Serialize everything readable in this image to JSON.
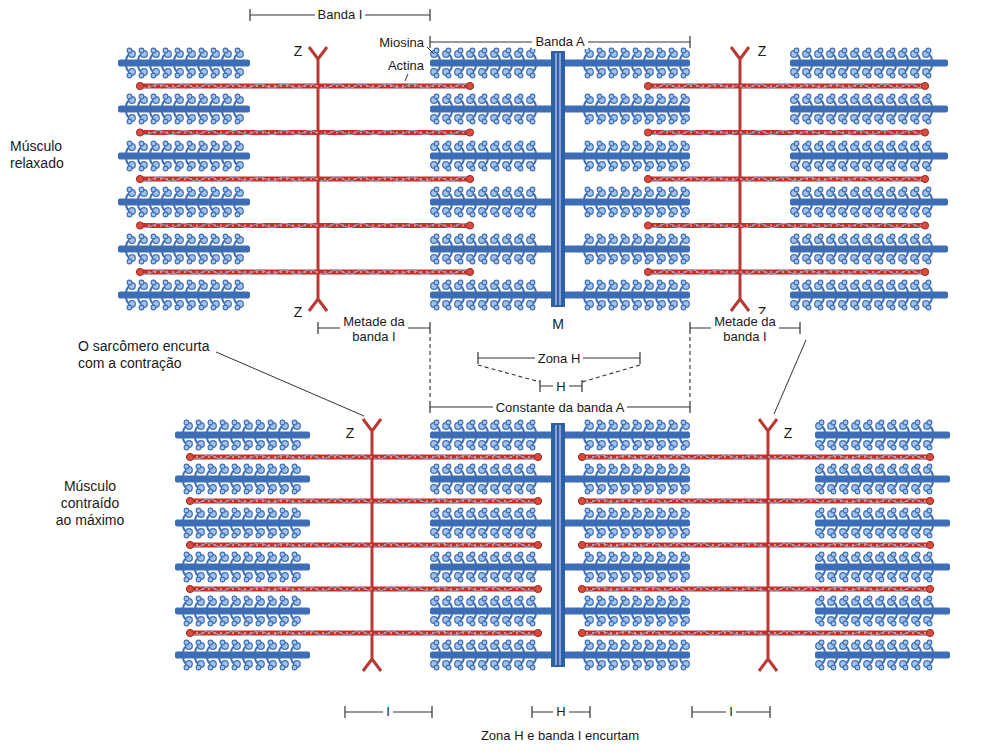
{
  "diagram": {
    "labels": [
      "Banda I",
      "Banda A",
      "Z",
      "Miosina",
      "Actina",
      "Z",
      "Músculo relaxado",
      "Z",
      "Z",
      "Metade da banda I",
      "M",
      "Metade da banda I",
      "O sarcômero encurta com a contração",
      "Zona H",
      "H",
      "Constante da banda A",
      "Z",
      "Z",
      "Músculo contraído ao máximo",
      "I",
      "H",
      "I",
      "Zona H e banda I encurtam"
    ]
  }
}
